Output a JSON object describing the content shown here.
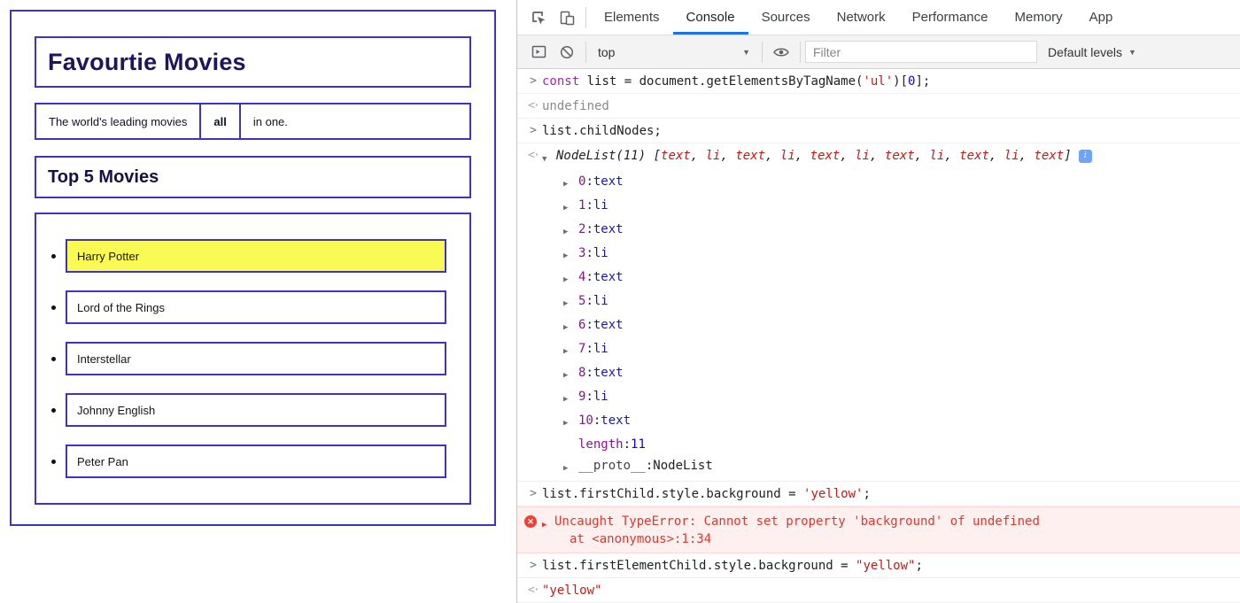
{
  "icons": {
    "prompt_chevron": ">",
    "return_arrow": "<·",
    "caret_down": "▼",
    "caret_right": "▶",
    "dropdown_caret": "▼",
    "error_x": "✕"
  },
  "page": {
    "title": "Favourtie Movies",
    "tagline_left": "The world's leading movies",
    "tagline_bold": "all",
    "tagline_right": "in one.",
    "list_title": "Top 5 Movies",
    "highlight_color": "#fafa55",
    "border_color": "#3d35c0",
    "movies": [
      {
        "name": "Harry Potter",
        "highlighted": true
      },
      {
        "name": "Lord of the Rings",
        "highlighted": false
      },
      {
        "name": "Interstellar",
        "highlighted": false
      },
      {
        "name": "Johnny English",
        "highlighted": false
      },
      {
        "name": "Peter Pan",
        "highlighted": false
      }
    ]
  },
  "devtools": {
    "tabs": [
      {
        "label": "Elements",
        "active": false
      },
      {
        "label": "Console",
        "active": true
      },
      {
        "label": "Sources",
        "active": false
      },
      {
        "label": "Network",
        "active": false
      },
      {
        "label": "Performance",
        "active": false
      },
      {
        "label": "Memory",
        "active": false
      },
      {
        "label": "App",
        "active": false
      }
    ],
    "toolbar": {
      "context_selector": "top",
      "filter_placeholder": "Filter",
      "levels_selector": "Default levels"
    },
    "console": {
      "cmd1": {
        "kw": "const",
        "code_a": " list = document.getElementsByTagName(",
        "str": "'ul'",
        "code_b": ")[",
        "num": "0",
        "code_c": "];"
      },
      "res1": "undefined",
      "cmd2": "list.childNodes;",
      "nodelist": {
        "name": "NodeList(11)",
        "bracket_open": " [",
        "items": [
          "text",
          "li",
          "text",
          "li",
          "text",
          "li",
          "text",
          "li",
          "text",
          "li",
          "text"
        ],
        "sep": ", ",
        "bracket_close": "]",
        "badge": "i",
        "colon": ": ",
        "children": [
          {
            "key": "0",
            "value": "text"
          },
          {
            "key": "1",
            "value": "li"
          },
          {
            "key": "2",
            "value": "text"
          },
          {
            "key": "3",
            "value": "li"
          },
          {
            "key": "4",
            "value": "text"
          },
          {
            "key": "5",
            "value": "li"
          },
          {
            "key": "6",
            "value": "text"
          },
          {
            "key": "7",
            "value": "li"
          },
          {
            "key": "8",
            "value": "text"
          },
          {
            "key": "9",
            "value": "li"
          },
          {
            "key": "10",
            "value": "text"
          }
        ],
        "length_key": "length",
        "length_value": "11",
        "proto_key": "__proto__",
        "proto_value": "NodeList"
      },
      "cmd3": {
        "code_a": "list.firstChild.style.background = ",
        "str": "'yellow'",
        "code_b": ";"
      },
      "error": {
        "line1": "Uncaught TypeError: Cannot set property 'background' of undefined",
        "line2": "at <anonymous>:1:34"
      },
      "cmd4": {
        "code_a": "list.firstElementChild.style.background = ",
        "str": "\"yellow\"",
        "code_b": ";"
      },
      "res2": "\"yellow\""
    }
  }
}
